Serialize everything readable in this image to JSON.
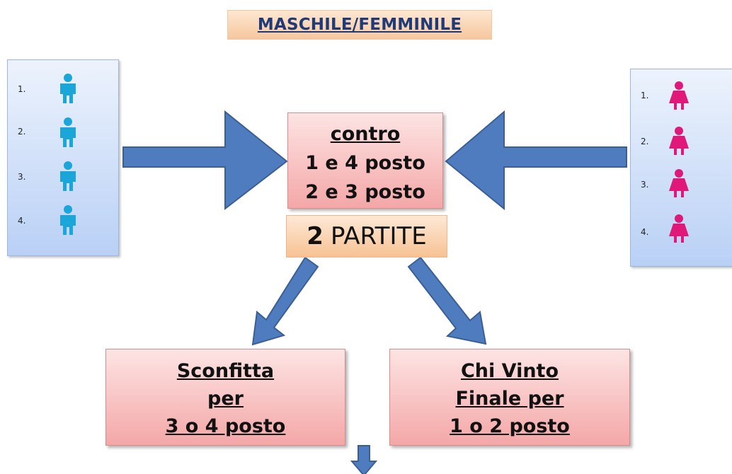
{
  "title": "MASCHILE/FEMMINILE",
  "left_players": {
    "numbers": [
      "1.",
      "2.",
      "3.",
      "4."
    ],
    "icon": "male-person-icon",
    "color": "#1aa6d8"
  },
  "right_players": {
    "numbers": [
      "1.",
      "2.",
      "3.",
      "4."
    ],
    "icon": "female-person-icon",
    "color": "#e0187a"
  },
  "center": {
    "line1": "contro",
    "line2": "1 e 4 posto",
    "line3": "2 e 3 posto"
  },
  "partite": {
    "count": "2",
    "label": "PARTITE"
  },
  "loser": {
    "line1": "Sconfitta",
    "line2": "per",
    "line3": "3 o 4 posto"
  },
  "winner": {
    "line1": "Chi Vinto",
    "line2": "Finale  per",
    "line3": "1 o 2 posto"
  },
  "colors": {
    "arrow": "#4f7cbf",
    "arrow_border": "#3a5f95"
  }
}
